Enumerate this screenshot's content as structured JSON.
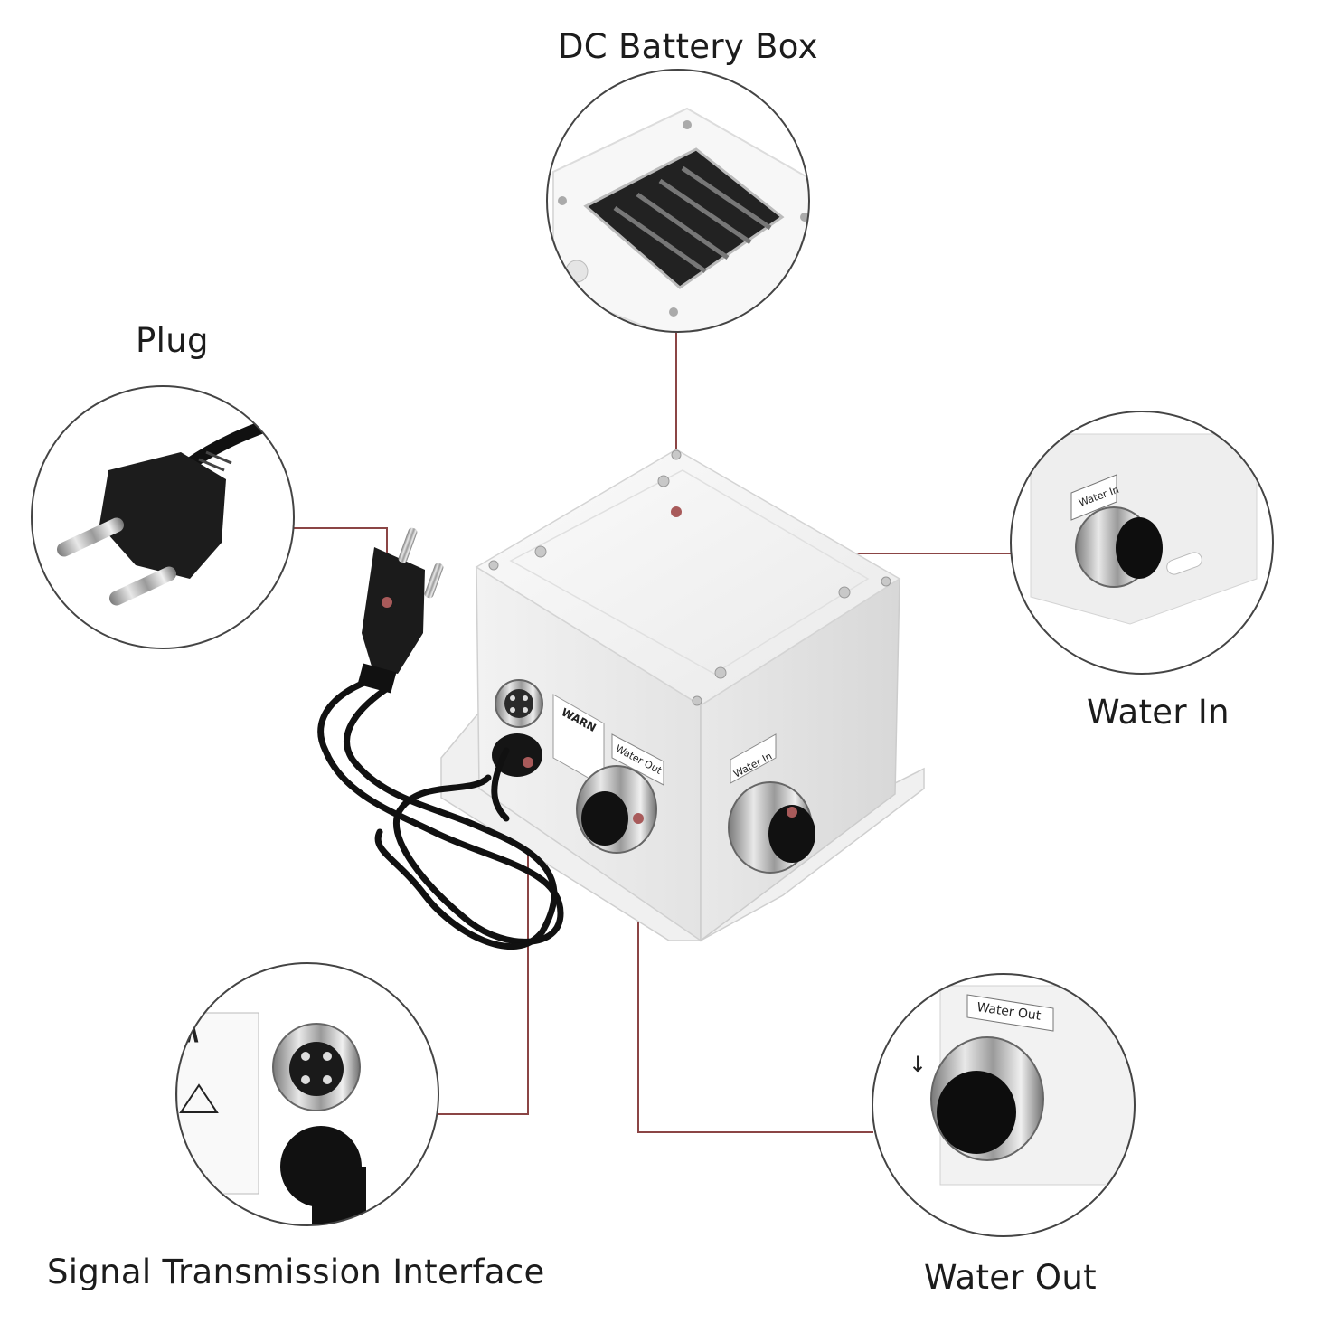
{
  "labels": {
    "battery_box": "DC Battery Box",
    "plug": "Plug",
    "water_in": "Water In",
    "signal_interface": "Signal Transmission Interface",
    "water_out": "Water Out"
  },
  "product_stickers": {
    "warn": "WARN",
    "water_out": "Water Out",
    "water_in": "Water In"
  },
  "colors": {
    "leader_line": "#8b4545",
    "marker_dot": "#a85a5a",
    "circle_border": "#444444",
    "housing": "#f4f4f4",
    "cable": "#111111"
  }
}
